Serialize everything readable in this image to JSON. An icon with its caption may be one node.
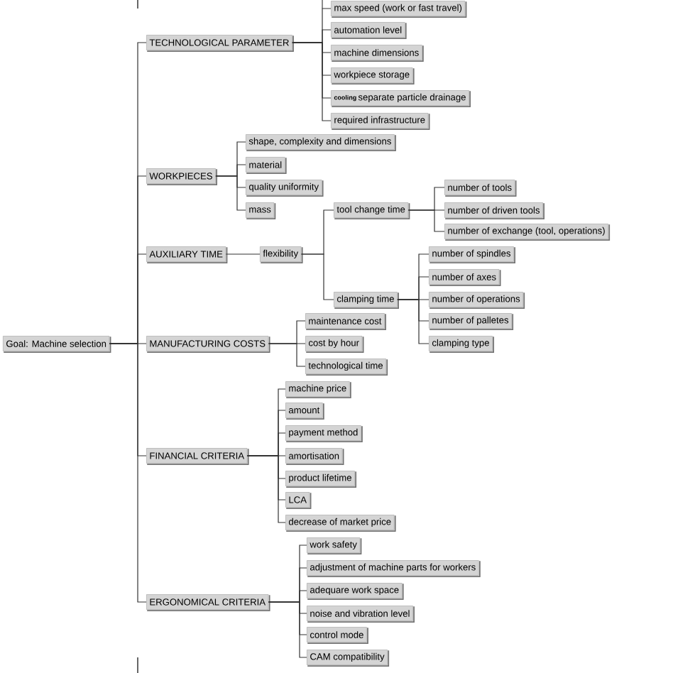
{
  "diagram": {
    "nodes": [
      {
        "text": [
          "Goal: Machine selection"
        ]
      },
      {
        "text": [
          "TECHNOLOGICAL PARAMETER"
        ]
      },
      {
        "text": [
          "max speed (work or fast travel)"
        ]
      },
      {
        "text": [
          "automation level"
        ]
      },
      {
        "text": [
          "machine dimensions"
        ]
      },
      {
        "text": [
          "workpiece storage"
        ]
      },
      {
        "text": [
          "cooling",
          "separate particle drainage"
        ]
      },
      {
        "text": [
          "required infrastructure"
        ]
      },
      {
        "text": [
          "WORKPIECES"
        ]
      },
      {
        "text": [
          "shape, complexity and dimensions"
        ]
      },
      {
        "text": [
          "material"
        ]
      },
      {
        "text": [
          "quality uniformity"
        ]
      },
      {
        "text": [
          "mass"
        ]
      },
      {
        "text": [
          "AUXILIARY TIME"
        ]
      },
      {
        "text": [
          "flexibility"
        ]
      },
      {
        "text": [
          "tool change time"
        ]
      },
      {
        "text": [
          "number of tools"
        ]
      },
      {
        "text": [
          "number of driven tools"
        ]
      },
      {
        "text": [
          "number of exchange (tool, operations)"
        ]
      },
      {
        "text": [
          "clamping time"
        ]
      },
      {
        "text": [
          "number of spindles"
        ]
      },
      {
        "text": [
          "number of axes"
        ]
      },
      {
        "text": [
          "number of operations"
        ]
      },
      {
        "text": [
          "number of palletes"
        ]
      },
      {
        "text": [
          "clamping type"
        ]
      },
      {
        "text": [
          "MANUFACTURING COSTS"
        ]
      },
      {
        "text": [
          "maintenance cost"
        ]
      },
      {
        "text": [
          "cost by hour"
        ]
      },
      {
        "text": [
          "technological time"
        ]
      },
      {
        "text": [
          "FINANCIAL CRITERIA"
        ]
      },
      {
        "text": [
          "machine price"
        ]
      },
      {
        "text": [
          "amount"
        ]
      },
      {
        "text": [
          "payment method"
        ]
      },
      {
        "text": [
          "amortisation"
        ]
      },
      {
        "text": [
          "product lifetime"
        ]
      },
      {
        "text": [
          "LCA"
        ]
      },
      {
        "text": [
          "decrease of market price"
        ]
      },
      {
        "text": [
          "ERGONOMICAL CRITERIA"
        ]
      },
      {
        "text": [
          "work safety"
        ]
      },
      {
        "text": [
          "adjustment of machine parts for workers"
        ]
      },
      {
        "text": [
          "adequare work space"
        ]
      },
      {
        "text": [
          "noise and vibration level"
        ]
      },
      {
        "text": [
          "control mode"
        ]
      },
      {
        "text": [
          "CAM compatibility"
        ]
      }
    ],
    "edges": [
      {
        "from": 0,
        "to": 1,
        "arrow": "none"
      },
      {
        "from": 1,
        "to": 2,
        "arrow": "none"
      },
      {
        "from": 1,
        "to": 3,
        "arrow": "none"
      },
      {
        "from": 1,
        "to": 4,
        "arrow": "none"
      },
      {
        "from": 1,
        "to": 5,
        "arrow": "none"
      },
      {
        "from": 1,
        "to": 6,
        "arrow": "none"
      },
      {
        "from": 1,
        "to": 7,
        "arrow": "none"
      },
      {
        "from": 0,
        "to": 8,
        "arrow": "none"
      },
      {
        "from": 8,
        "to": 9,
        "arrow": "none"
      },
      {
        "from": 8,
        "to": 10,
        "arrow": "none"
      },
      {
        "from": 8,
        "to": 11,
        "arrow": "none"
      },
      {
        "from": 8,
        "to": 12,
        "arrow": "none"
      },
      {
        "from": 0,
        "to": 13,
        "arrow": "none"
      },
      {
        "from": 13,
        "to": 14,
        "arrow": "none"
      },
      {
        "from": 14,
        "to": 15,
        "arrow": "none"
      },
      {
        "from": 15,
        "to": 16,
        "arrow": "none"
      },
      {
        "from": 15,
        "to": 17,
        "arrow": "none"
      },
      {
        "from": 15,
        "to": 18,
        "arrow": "none"
      },
      {
        "from": 14,
        "to": 19,
        "arrow": "none"
      },
      {
        "from": 19,
        "to": 20,
        "arrow": "none"
      },
      {
        "from": 19,
        "to": 21,
        "arrow": "none"
      },
      {
        "from": 19,
        "to": 22,
        "arrow": "none"
      },
      {
        "from": 19,
        "to": 23,
        "arrow": "none"
      },
      {
        "from": 19,
        "to": 24,
        "arrow": "none"
      },
      {
        "from": 0,
        "to": 25,
        "arrow": "none"
      },
      {
        "from": 25,
        "to": 26,
        "arrow": "none"
      },
      {
        "from": 25,
        "to": 27,
        "arrow": "none"
      },
      {
        "from": 25,
        "to": 28,
        "arrow": "none"
      },
      {
        "from": 0,
        "to": 29,
        "arrow": "none"
      },
      {
        "from": 29,
        "to": 30,
        "arrow": "none"
      },
      {
        "from": 29,
        "to": 31,
        "arrow": "none"
      },
      {
        "from": 29,
        "to": 32,
        "arrow": "none"
      },
      {
        "from": 29,
        "to": 33,
        "arrow": "none"
      },
      {
        "from": 29,
        "to": 34,
        "arrow": "none"
      },
      {
        "from": 29,
        "to": 35,
        "arrow": "none"
      },
      {
        "from": 29,
        "to": 36,
        "arrow": "none"
      },
      {
        "from": 0,
        "to": 37,
        "arrow": "none"
      },
      {
        "from": 37,
        "to": 38,
        "arrow": "none"
      },
      {
        "from": 37,
        "to": 39,
        "arrow": "none"
      },
      {
        "from": 37,
        "to": 40,
        "arrow": "none"
      },
      {
        "from": 37,
        "to": 41,
        "arrow": "none"
      },
      {
        "from": 37,
        "to": 42,
        "arrow": "none"
      },
      {
        "from": 37,
        "to": 43,
        "arrow": "none"
      }
    ]
  }
}
